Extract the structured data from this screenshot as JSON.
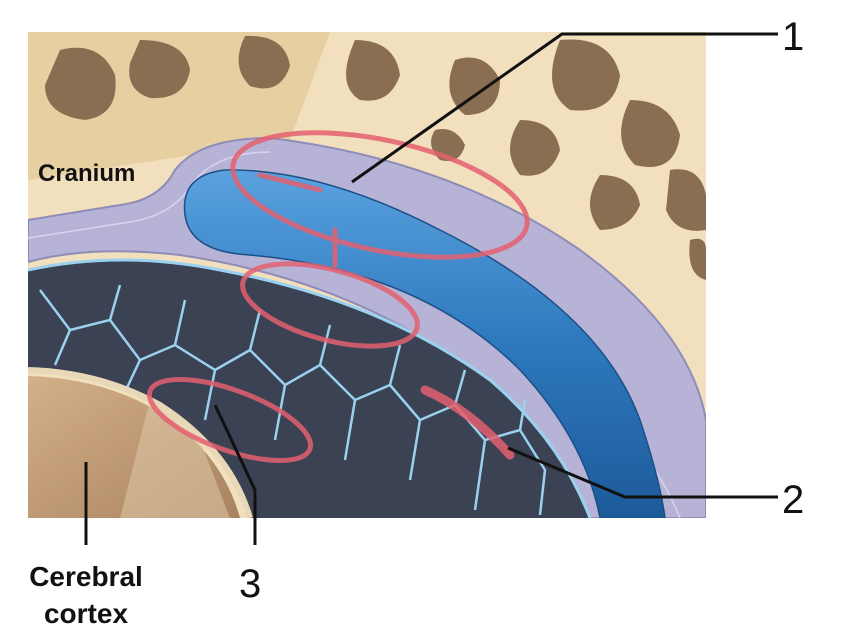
{
  "labels": {
    "cranium": "Cranium",
    "cerebral_cortex_line1": "Cerebral",
    "cerebral_cortex_line2": "cortex",
    "num1": "1",
    "num2": "2",
    "num3": "3"
  },
  "colors": {
    "bone_light": "#f3e4c4",
    "bone_dark": "#e8d1a2",
    "bone_pore": "#8a6e52",
    "dura": "#b7b3d6",
    "sinus_blue": "#2d78bd",
    "arachnoid_dark": "#3a4254",
    "arachnoid_line": "#9bd1ee",
    "cortex": "#c8a27a",
    "annotation_red": "#e4606f"
  }
}
